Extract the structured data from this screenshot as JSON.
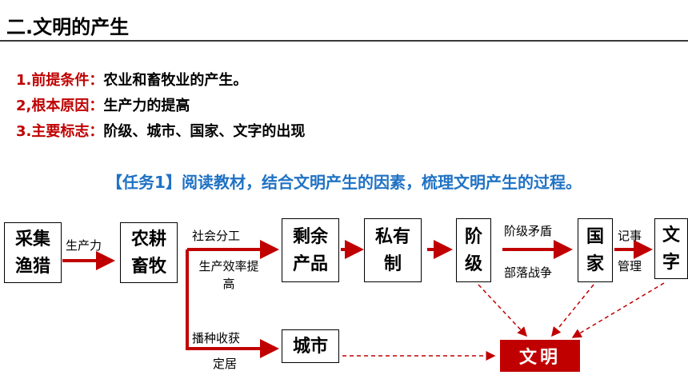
{
  "heading": "二.文明的产生",
  "points": [
    {
      "label": "1.前提条件：",
      "text": "农业和畜牧业的产生。"
    },
    {
      "label": "2,根本原因：",
      "text": "生产力的提高"
    },
    {
      "label": "3.主要标志：",
      "text": "阶级、城市、国家、文字的出现"
    }
  ],
  "task": "【任务1】阅读教材，结合文明产生的因素，梳理文明产生的过程。",
  "nodes": {
    "gather": "采集渔猎",
    "farming": "农耕畜牧",
    "surplus": "剩余产品",
    "private": "私有制",
    "class": "阶级",
    "state": "国家",
    "writing": "文字",
    "city": "城市",
    "civilization": "文明"
  },
  "edge_labels": {
    "productivity": "生产力",
    "division": "社会分工",
    "efficiency": "生产效率提高",
    "settle_a": "播种收获",
    "settle_b": "定居",
    "conflict": "阶级矛盾",
    "war": "部落战争",
    "record": "记事",
    "manage": "管理"
  },
  "colors": {
    "accent": "#c00000",
    "task": "#1f72c4"
  }
}
